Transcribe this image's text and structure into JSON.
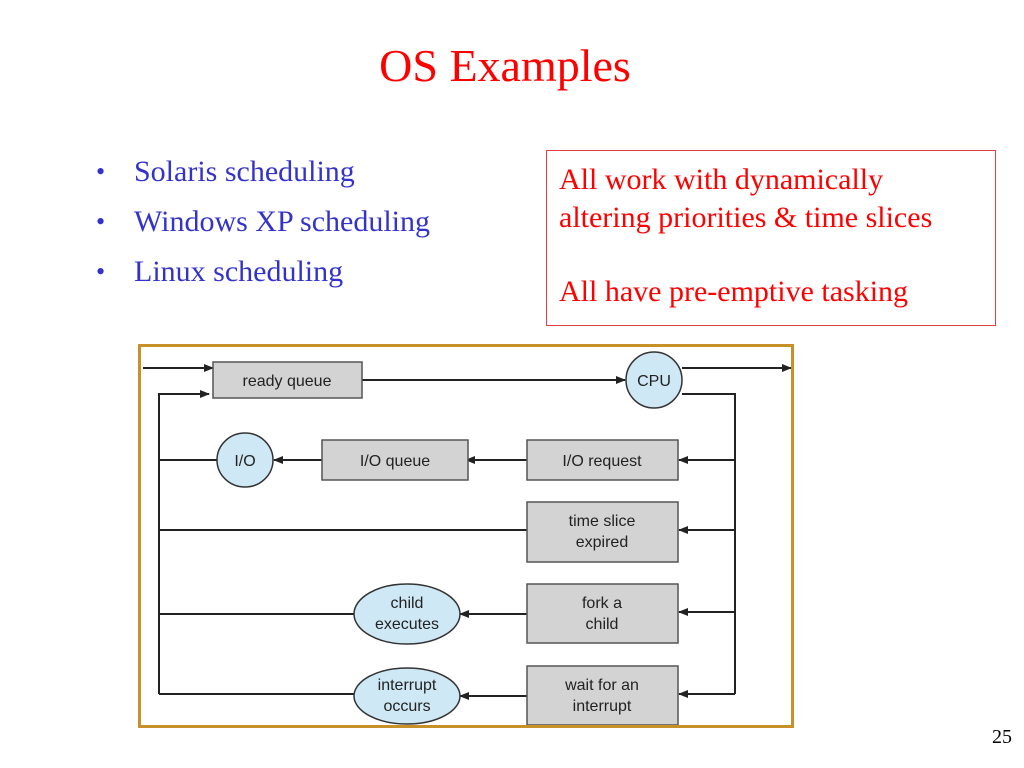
{
  "slide": {
    "title": "OS Examples",
    "page_number": "25"
  },
  "bullets": [
    "Solaris scheduling",
    "Windows XP scheduling",
    "Linux scheduling"
  ],
  "note": {
    "line1": "All work with dynamically",
    "line2": "altering priorities & time slices",
    "line3": "All have pre-emptive tasking"
  },
  "diagram": {
    "nodes": {
      "ready_queue": "ready queue",
      "cpu": "CPU",
      "io": "I/O",
      "io_queue": "I/O queue",
      "io_request": "I/O request",
      "time_slice_1": "time slice",
      "time_slice_2": "expired",
      "fork_1": "fork a",
      "fork_2": "child",
      "child_exec_1": "child",
      "child_exec_2": "executes",
      "wait_1": "wait for an",
      "wait_2": "interrupt",
      "interrupt_1": "interrupt",
      "interrupt_2": "occurs"
    },
    "colors": {
      "box_fill": "#d3d3d3",
      "circle_fill": "#cfe8f6",
      "frame": "#c89028",
      "line": "#222222"
    }
  }
}
